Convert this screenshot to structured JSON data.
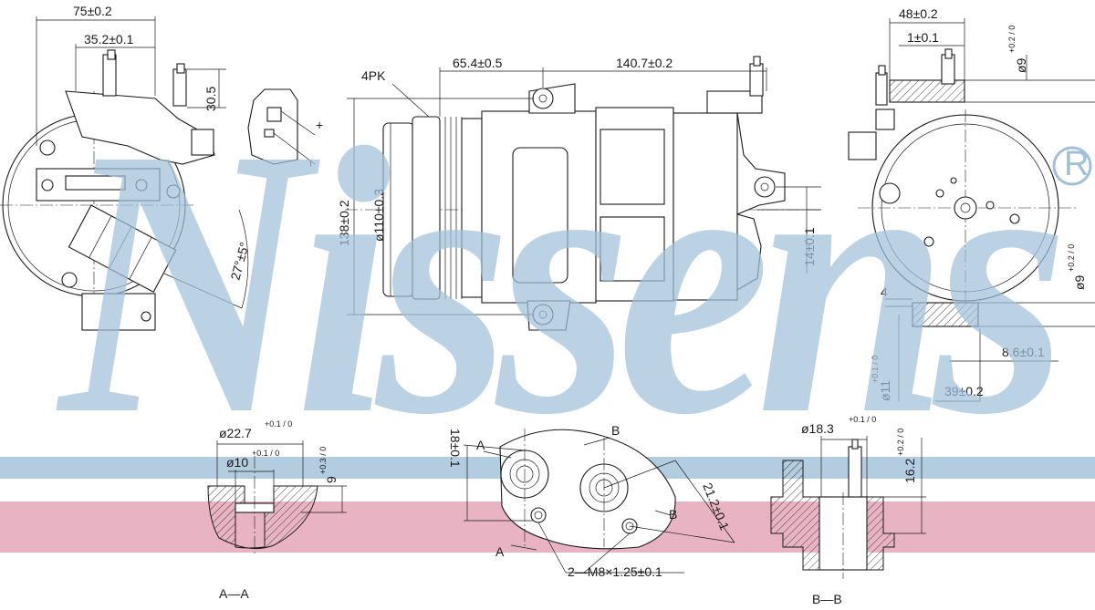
{
  "brand": {
    "watermark_text": "Nissens",
    "registered_mark": "®",
    "band_blue": "#b3cde0",
    "band_pink": "#e8b4c4",
    "watermark_color": "#9fc0d8"
  },
  "front_view": {
    "dim_overall_width": "75±0.2",
    "dim_port_offset": "35.2±0.1",
    "dim_port_height": "30.5",
    "dim_angle": "27°±5°"
  },
  "connector": {
    "plus_label": "+",
    "minus_label": "−"
  },
  "side_view": {
    "belt_label": "4PK",
    "dim_pulley_offset": "65.4±0.5",
    "dim_body_length": "140.7±0.2",
    "dim_height": "138±0.2",
    "dim_pulley_diameter": "ø110±0.3",
    "dim_mount_offset": "14±0.1"
  },
  "rear_view": {
    "dim_width": "48±0.2",
    "dim_lug": "1±0.1",
    "dim_bore_top": "ø9",
    "tol_bore_top": "+0.2 / 0",
    "dim_bore_bottom": "ø9",
    "tol_bore_bottom": "+0.2 / 0",
    "dim_lug_thickness": "4",
    "dim_offset": "8.6±0.1",
    "dim_bore_11": "ø11",
    "tol_bore_11": "+0.1 / 0",
    "dim_depth": "39±0.2"
  },
  "section_aa": {
    "dim_outer_diameter": "ø22.7",
    "tol_outer_diameter": "+0.1 / 0",
    "dim_inner_diameter": "ø10",
    "tol_inner_diameter": "+0.1 / 0",
    "dim_depth": "9",
    "tol_depth": "+0.3 / 0",
    "caption": "A—A"
  },
  "port_detail": {
    "dim_height": "18±0.1",
    "dim_spacing": "21.2±0.1",
    "thread_note": "2—M8×1.25±0.1",
    "label_a_top": "A",
    "label_a_bottom": "A",
    "label_b_top": "B",
    "label_b_bottom": "B"
  },
  "section_bb": {
    "dim_outer_diameter": "ø18.3",
    "tol_outer_diameter": "+0.1 / 0",
    "dim_depth": "16.2",
    "tol_depth": "+0.2 / 0",
    "caption": "B—B"
  }
}
